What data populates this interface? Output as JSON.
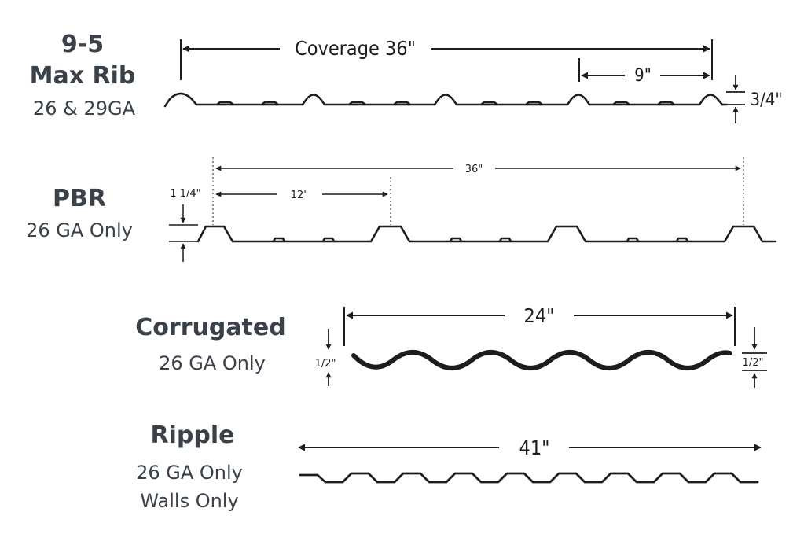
{
  "panels": [
    {
      "name_lines": [
        "9-5",
        "Max Rib"
      ],
      "gauge_lines": [
        "26 & 29GA"
      ],
      "dims": {
        "coverage": "Coverage 36\"",
        "rib_spacing": "9\"",
        "rib_height": "3/4\""
      }
    },
    {
      "name_lines": [
        "PBR"
      ],
      "gauge_lines": [
        "26 GA Only"
      ],
      "dims": {
        "coverage": "36\"",
        "rib_spacing": "12\"",
        "rib_height": "1 1/4\""
      }
    },
    {
      "name_lines": [
        "Corrugated"
      ],
      "gauge_lines": [
        "26 GA Only"
      ],
      "dims": {
        "coverage": "24\"",
        "height_left": "1/2\"",
        "height_right": "1/2\""
      }
    },
    {
      "name_lines": [
        "Ripple"
      ],
      "gauge_lines": [
        "26 GA Only",
        "Walls Only"
      ],
      "dims": {
        "coverage": "41\""
      }
    }
  ]
}
